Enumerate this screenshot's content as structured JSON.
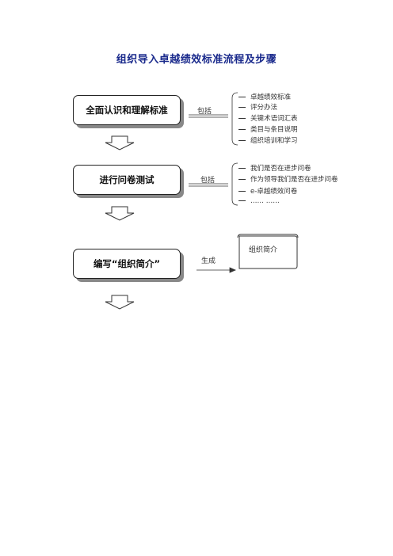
{
  "title": "组织导入卓越绩效标准流程及步骤",
  "steps": [
    {
      "label": "全面认识和理解标准",
      "connector": "包括",
      "items": [
        "卓越绩效标准",
        "评分办法",
        "关键术语词汇表",
        "类目与条目说明",
        "组织培训和学习"
      ]
    },
    {
      "label": "进行问卷测试",
      "connector": "包括",
      "items": [
        "我们是否在进步问卷",
        "作为领导我们是否在进步问卷",
        "e-卓越绩效问卷",
        "…… ……"
      ]
    },
    {
      "label": "编写“组织简介”",
      "connector": "生成",
      "output": "组织简介"
    }
  ]
}
